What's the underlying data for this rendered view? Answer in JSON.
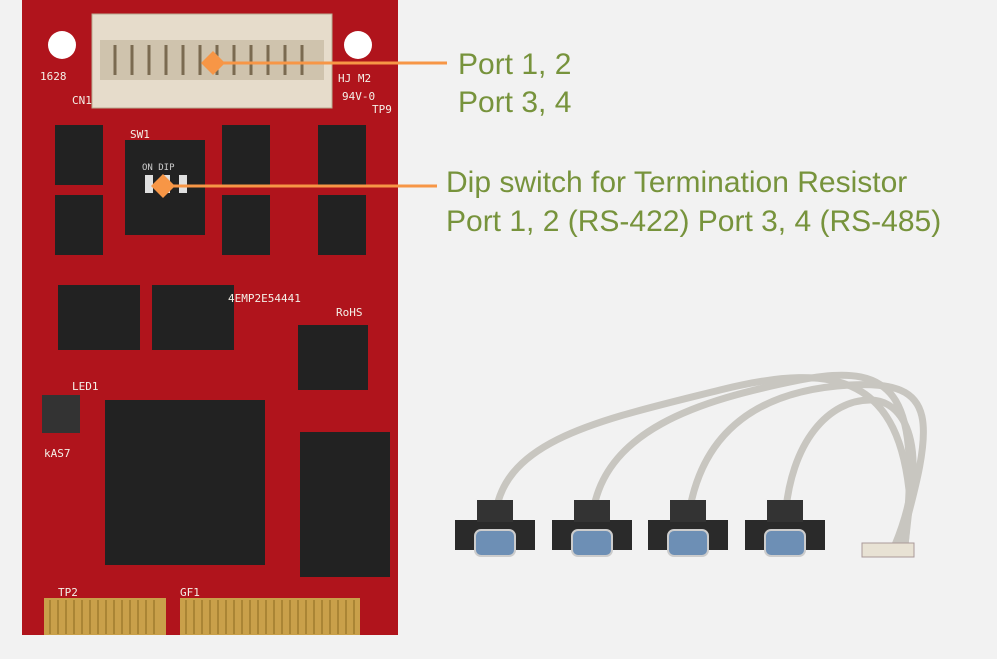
{
  "callouts": {
    "ports": {
      "line1": "Port 1, 2",
      "line2": "Port 3, 4"
    },
    "dip": {
      "line1": "Dip switch for Termination Resistor",
      "line2": "Port 1, 2 (RS-422) Port 3, 4 (RS-485)"
    }
  },
  "board_markings": [
    "1628",
    "CN1",
    "HJ",
    "M2",
    "94V-0",
    "SW1",
    "ON DIP",
    "4EMP2E54441",
    "RoHS",
    "kAS7",
    "LED1",
    "GF1",
    "TP2",
    "TP9"
  ],
  "colors": {
    "text": "#77933c",
    "callout": "#f79646",
    "board": "#b0141c",
    "background": "#f2f2f2"
  }
}
